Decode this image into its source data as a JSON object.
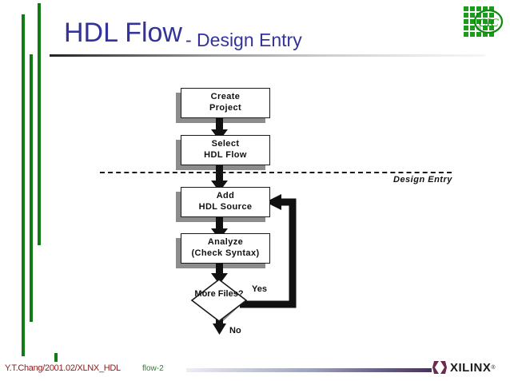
{
  "slide": {
    "title_main": "HDL Flow",
    "title_sub": "- Design Entry",
    "logo_top_right": "cic-logo",
    "accent_green": "#137b13",
    "title_color": "#333399"
  },
  "diagram": {
    "type": "flowchart",
    "section_label": "Design Entry",
    "nodes": [
      {
        "id": "create",
        "shape": "process",
        "lines": [
          "Create",
          "Project"
        ]
      },
      {
        "id": "select",
        "shape": "process",
        "lines": [
          "Select",
          "HDL Flow"
        ]
      },
      {
        "id": "add",
        "shape": "process",
        "lines": [
          "Add",
          "HDL Source"
        ]
      },
      {
        "id": "analyze",
        "shape": "process",
        "lines": [
          "Analyze",
          "(Check Syntax)"
        ]
      },
      {
        "id": "more",
        "shape": "decision",
        "lines": [
          "More",
          "Files?"
        ]
      }
    ],
    "edges": [
      {
        "from": "create",
        "to": "select",
        "label": ""
      },
      {
        "from": "select",
        "to": "add",
        "label": ""
      },
      {
        "from": "add",
        "to": "analyze",
        "label": ""
      },
      {
        "from": "analyze",
        "to": "more",
        "label": ""
      },
      {
        "from": "more",
        "to": "add",
        "label": "Yes"
      },
      {
        "from": "more",
        "to": "exit",
        "label": "No"
      }
    ],
    "branch_yes": "Yes",
    "branch_no": "No"
  },
  "footer": {
    "author": "Y.T.Chang/2001.02/XLNX_HDL",
    "page": "flow-2",
    "brand": "XILINX",
    "brand_tm": "®"
  }
}
